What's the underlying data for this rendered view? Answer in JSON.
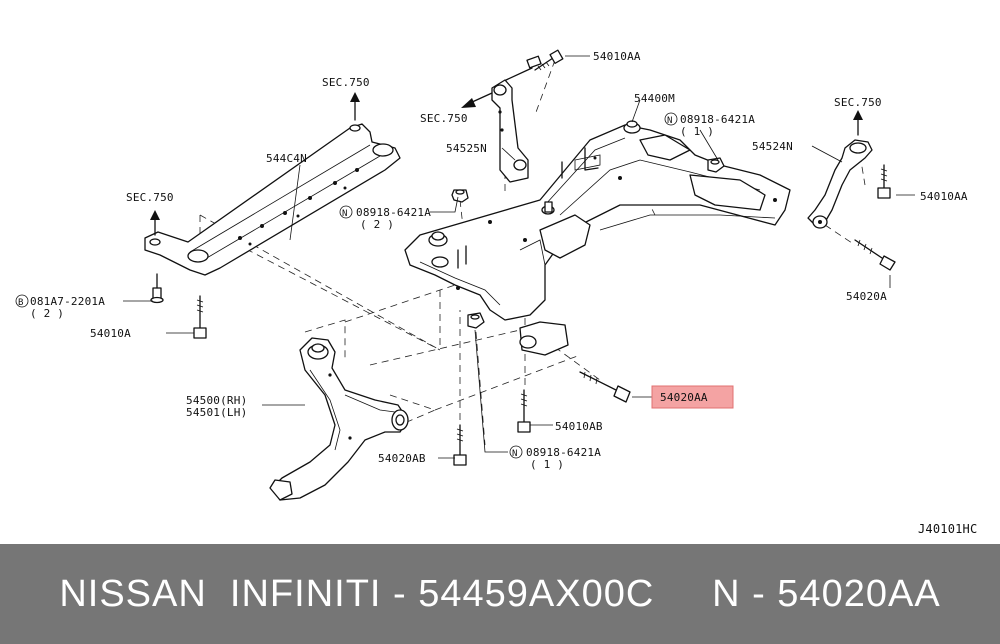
{
  "labels": {
    "b_54010AA_top": "54010AA",
    "sec750_top": "SEC.750",
    "sec750_left": "SEC.750",
    "sec750_right": "SEC.750",
    "sec750_mid": "SEC.750",
    "p_544C4N": "544C4N",
    "p_54400M": "54400M",
    "p_54525N": "54525N",
    "p_54524N": "54524N",
    "n_08918_top_right": "08918-6421A",
    "n_08918_top_right_qty": "( 1 )",
    "n_08918_mid": "08918-6421A",
    "n_08918_mid_qty": "( 2 )",
    "n_08918_bottom": "08918-6421A",
    "n_08918_bottom_qty": "( 1 )",
    "b_081A7": "081A7-2201A",
    "b_081A7_qty": "( 2 )",
    "b_54010A": "54010A",
    "b_54010AA_right": "54010AA",
    "b_54020A": "54020A",
    "p_54500": "54500(RH)",
    "p_54501": "54501(LH)",
    "b_54020AA_highlight": "54020AA",
    "b_54010AB": "54010AB",
    "b_54020AB": "54020AB",
    "code": "J40101HC",
    "circle_N": "N",
    "circle_B": "B"
  },
  "footer": {
    "text": "NISSAN  INFINITI - 54459AX00C     N - 54020AA"
  },
  "colors": {
    "highlight": "#f4a3a3",
    "highlight_border": "#e07070",
    "footer_bg": "#767676",
    "footer_text": "#ffffff"
  }
}
